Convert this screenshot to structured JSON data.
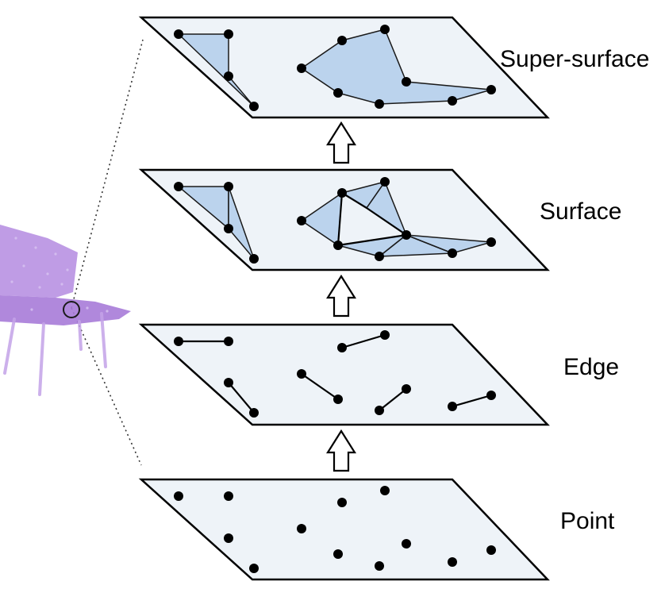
{
  "levels": [
    {
      "id": "super-surface",
      "label": "Super-surface"
    },
    {
      "id": "surface",
      "label": "Surface"
    },
    {
      "id": "edge",
      "label": "Edge"
    },
    {
      "id": "point",
      "label": "Point"
    }
  ],
  "colors": {
    "plane_fill": "#eef3f8",
    "patch_fill": "#a9c8ea",
    "chair": "#b48be0",
    "node": "#000000"
  },
  "icons": [
    "chair-point-cloud-icon",
    "up-arrow-icon",
    "zoom-circle-icon"
  ]
}
